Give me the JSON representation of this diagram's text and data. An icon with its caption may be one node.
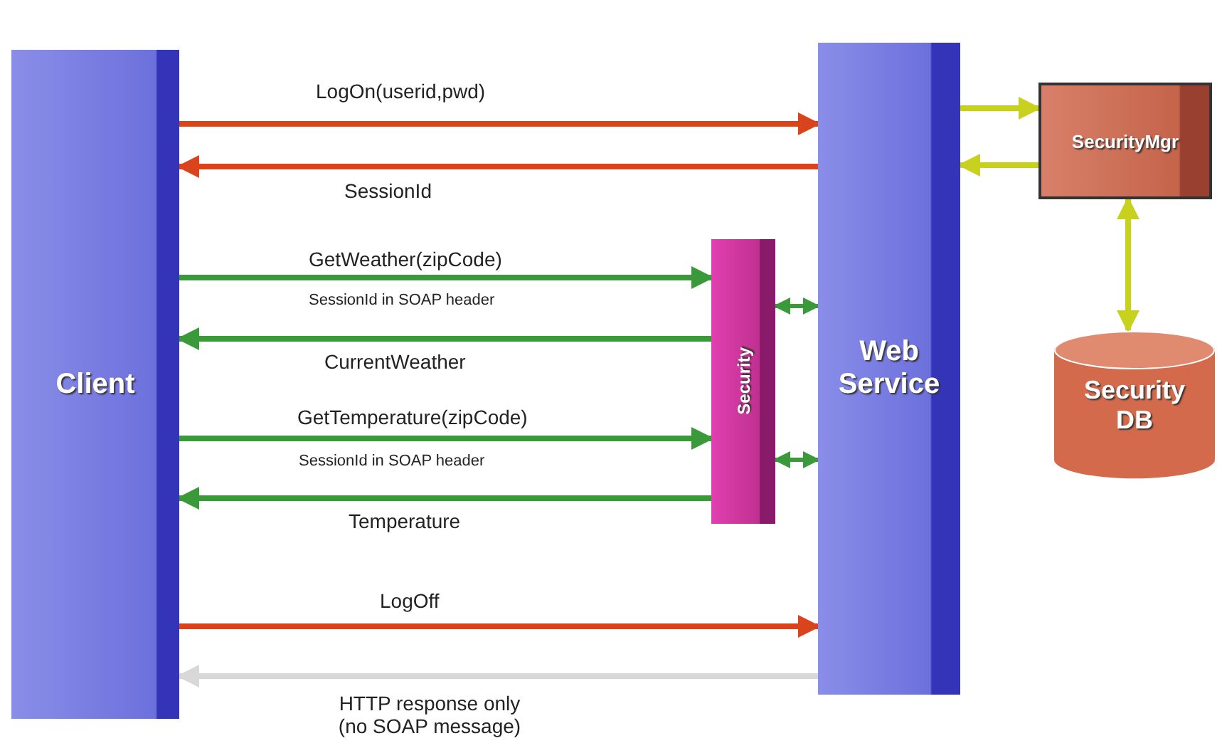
{
  "diagram": {
    "nodes": [
      {
        "text": [
          "Client"
        ]
      },
      {
        "text": [
          "Security"
        ]
      },
      {
        "text": [
          "Web Service"
        ]
      },
      {
        "text": [
          "SecurityMgr"
        ]
      },
      {
        "text": [
          "Security DB"
        ]
      }
    ],
    "edges": [
      {
        "from": 0,
        "to": 2,
        "arrow": "to",
        "label": "LogOn(userid,pwd)",
        "color": "#d9441c"
      },
      {
        "from": 2,
        "to": 0,
        "arrow": "to",
        "label": "SessionId",
        "color": "#d9441c"
      },
      {
        "from": 0,
        "to": 1,
        "arrow": "to",
        "label": "GetWeather(zipCode)"
      },
      {
        "from": 1,
        "to": 0,
        "arrow": "to",
        "label": "CurrentWeather"
      },
      {
        "from": 0,
        "to": 1,
        "arrow": "to",
        "label": "GetTemperature(zipCode)"
      },
      {
        "from": 1,
        "to": 0,
        "arrow": "to",
        "label": "Temperature"
      },
      {
        "from": 0,
        "to": 2,
        "arrow": "to",
        "label": "LogOff",
        "color": "#d9441c"
      },
      {
        "from": 2,
        "to": 0,
        "arrow": "to",
        "label": "HTTP response only (no SOAP message)",
        "color": "#d8d8d8"
      },
      {
        "from": 1,
        "to": 2,
        "arrow": "both"
      },
      {
        "from": 1,
        "to": 2,
        "arrow": "both"
      },
      {
        "from": 2,
        "to": 3,
        "arrow": "to",
        "color": "#c8d21e"
      },
      {
        "from": 3,
        "to": 2,
        "arrow": "to",
        "color": "#c8d21e"
      },
      {
        "from": 3,
        "to": 4,
        "arrow": "both",
        "color": "#c8d21e"
      }
    ],
    "labels": [
      "SessionId in SOAP header",
      "SessionId in SOAP header"
    ]
  }
}
